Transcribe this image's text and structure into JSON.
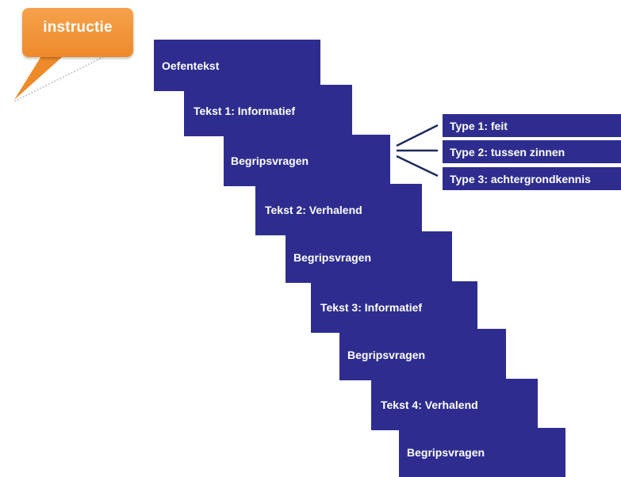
{
  "bubble": {
    "label": "instructie",
    "color": "#f29a3f"
  },
  "steps": [
    {
      "label": "Oefentekst"
    },
    {
      "label": "Tekst 1: Informatief"
    },
    {
      "label": "Begripsvragen"
    },
    {
      "label": "Tekst 2: Verhalend"
    },
    {
      "label": "Begripsvragen"
    },
    {
      "label": "Tekst 3: Informatief"
    },
    {
      "label": "Begripsvragen"
    },
    {
      "label": "Tekst 4: Verhalend"
    },
    {
      "label": "Begripsvragen"
    }
  ],
  "types": [
    {
      "label": "Type 1: feit"
    },
    {
      "label": "Type 2: tussen zinnen"
    },
    {
      "label": "Type 3: achtergrondkennis"
    }
  ],
  "colors": {
    "box": "#2e2d8f",
    "text": "#ffffff",
    "connector": "#1e2a5c"
  }
}
